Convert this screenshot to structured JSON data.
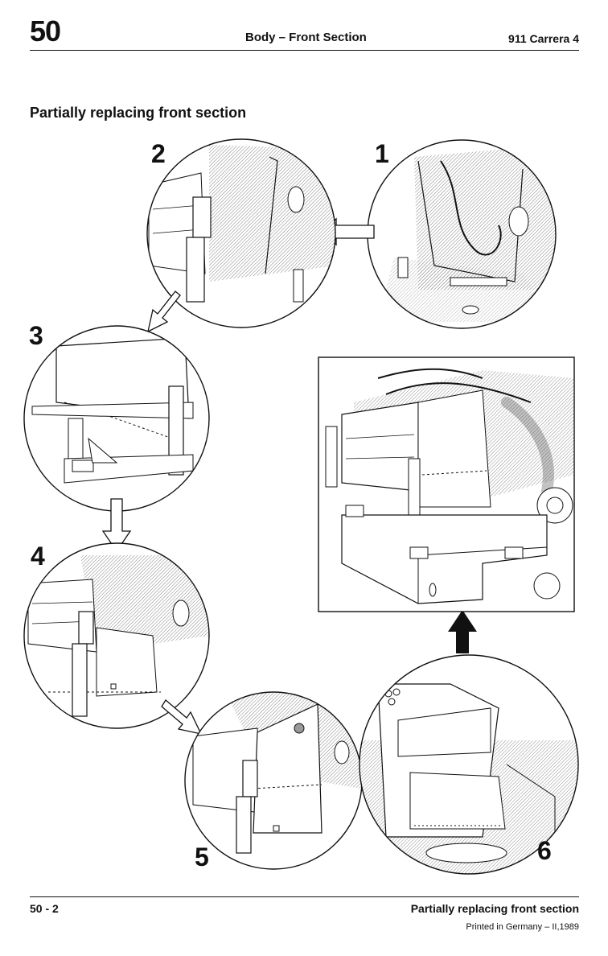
{
  "header": {
    "section_number": "50",
    "section_title": "Body – Front Section",
    "model": "911 Carrera 4"
  },
  "page_title": "Partially replacing front section",
  "figure": {
    "steps": [
      "1",
      "2",
      "3",
      "4",
      "5",
      "6"
    ]
  },
  "footer": {
    "page_number": "50 - 2",
    "section_title": "Partially replacing front section",
    "printed_note": "Printed in Germany – II,1989"
  }
}
